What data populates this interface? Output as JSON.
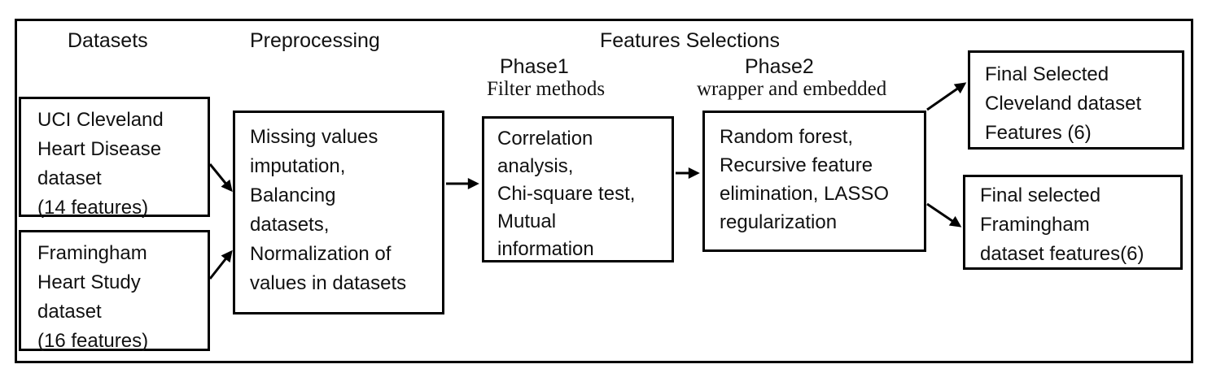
{
  "diagram": {
    "column_headers": {
      "datasets": "Datasets",
      "preprocessing": "Preprocessing",
      "features_selections": "Features Selections"
    },
    "phase_headers": {
      "phase1_title": "Phase1",
      "phase1_subtitle": "Filter methods",
      "phase2_title": "Phase2",
      "phase2_subtitle": "wrapper and embedded"
    },
    "boxes": {
      "uci_cleveland": "UCI Cleveland\nHeart Disease\ndataset\n(14 features)",
      "framingham": "Framingham\nHeart Study\ndataset\n(16 features)",
      "preprocessing": "Missing values\nimputation,\nBalancing\ndatasets,\nNormalization of\nvalues in datasets",
      "phase1_filter_methods": "Correlation\nanalysis,\nChi-square test,\nMutual\ninformation",
      "phase2_wrapper_embedded": "Random forest,\nRecursive feature\nelimination, LASSO\nregularization",
      "final_cleveland": "Final Selected\nCleveland dataset\nFeatures (6)",
      "final_framingham": "Final selected\nFramingham\ndataset features(6)"
    },
    "connections": [
      {
        "from": "uci_cleveland",
        "to": "preprocessing"
      },
      {
        "from": "framingham",
        "to": "preprocessing"
      },
      {
        "from": "preprocessing",
        "to": "phase1_filter_methods"
      },
      {
        "from": "phase1_filter_methods",
        "to": "phase2_wrapper_embedded"
      },
      {
        "from": "phase2_wrapper_embedded",
        "to": "final_cleveland"
      },
      {
        "from": "phase2_wrapper_embedded",
        "to": "final_framingham"
      }
    ],
    "colors": {
      "border": "#000000",
      "text": "#111111",
      "background": "#ffffff"
    }
  }
}
